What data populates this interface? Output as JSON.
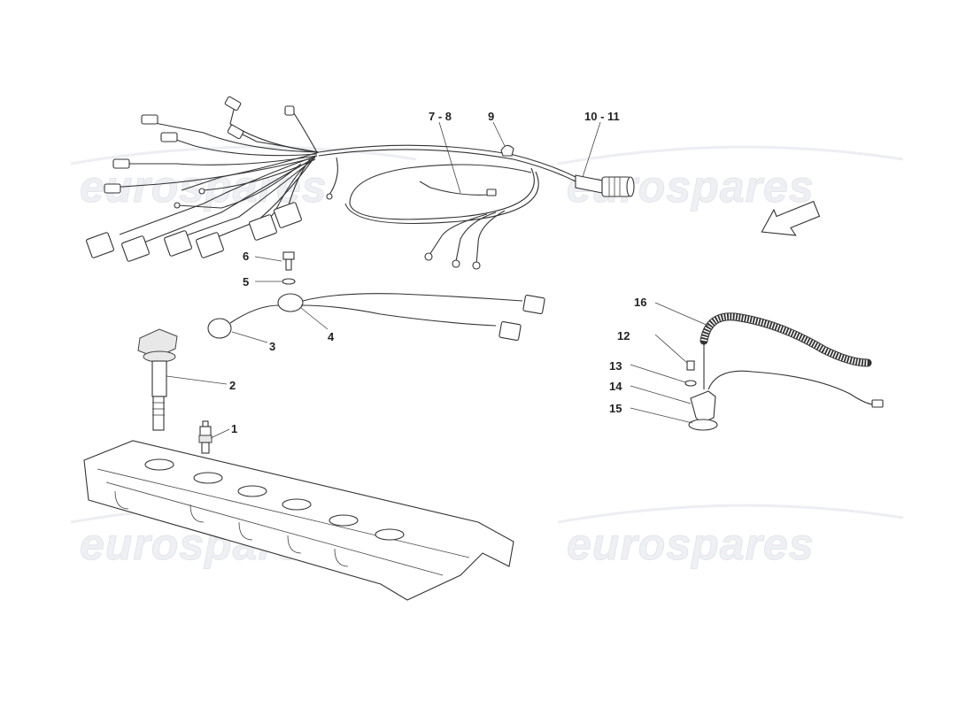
{
  "watermark": {
    "text": "eurospares"
  },
  "callouts": [
    {
      "id": "1",
      "text": "1"
    },
    {
      "id": "2",
      "text": "2"
    },
    {
      "id": "3",
      "text": "3"
    },
    {
      "id": "4",
      "text": "4"
    },
    {
      "id": "5",
      "text": "5"
    },
    {
      "id": "6",
      "text": "6"
    },
    {
      "id": "7-8",
      "text": "7 - 8"
    },
    {
      "id": "9",
      "text": "9"
    },
    {
      "id": "10-11",
      "text": "10 - 11"
    },
    {
      "id": "12",
      "text": "12"
    },
    {
      "id": "13",
      "text": "13"
    },
    {
      "id": "14",
      "text": "14"
    },
    {
      "id": "15",
      "text": "15"
    },
    {
      "id": "16",
      "text": "16"
    }
  ]
}
